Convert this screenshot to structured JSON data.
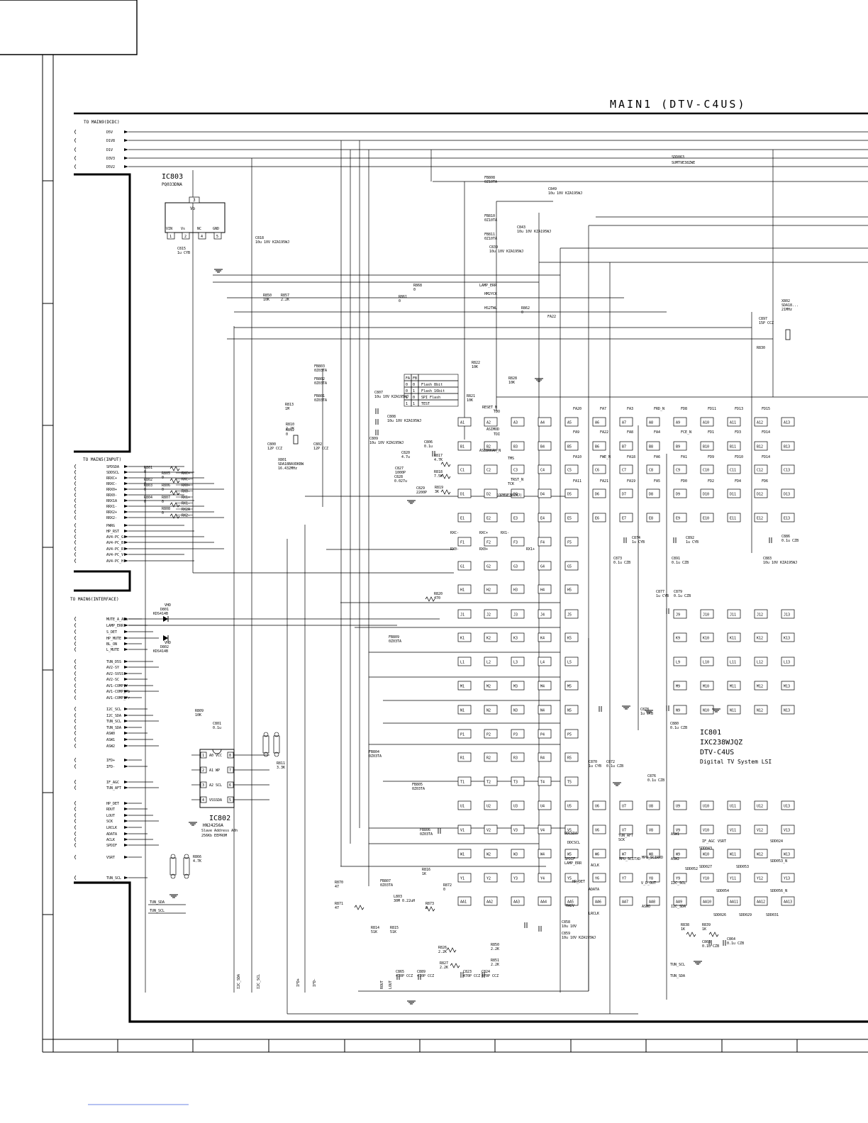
{
  "title": "MAIN1 (DTV-C4US)",
  "sections": {
    "top": "TO MAIN9(DCDC)",
    "input": "TO MAIN5(INPUT)",
    "interface": "TO MAIN6(INTERFACE)"
  },
  "rails": [
    "D5V",
    "D1V8",
    "D1V",
    "D3V3",
    "D5V2"
  ],
  "input_signals": [
    "SPDSDA",
    "SDDSCL",
    "RRXC+",
    "RRXC-",
    "RRX0+",
    "RRX0-",
    "RRX1A",
    "RRX1-",
    "RRX2+",
    "RRX2-",
    "PWRG",
    "HP_RST",
    "AV4-PC_G",
    "AV4-PC_B",
    "AV4-PC_R",
    "AV4-PC_V",
    "AV4-PC_H"
  ],
  "interface_signals": [
    "MUTE_A_ALL",
    "LAMP_ERR",
    "S_DET",
    "HP_MUTE",
    "BL_ON",
    "L_MUTE",
    "TUN_D5S",
    "AV2-SY",
    "AV2-SVSS",
    "AV2-SC",
    "AV1-COMP_Y",
    "AV1-COMP_Pb",
    "AV1-COMP_Pr",
    "I2C_SCL",
    "I2C_SDA",
    "TUN_SCL",
    "TUN_SDA",
    "ASW0",
    "ASW1",
    "ASW2",
    "IFD+",
    "IFD-",
    "IF_AGC",
    "TUN_AFT",
    "HP_DET",
    "RDUT",
    "LOUT",
    "SCK",
    "LRCLK",
    "ADATA",
    "ACLK",
    "SPDIF",
    "VSRT",
    "TUN_SCL"
  ],
  "bottom_buses": [
    "TUN_SDA",
    "TUN_SCL"
  ],
  "vertical_labels": [
    "I2C_SDA",
    "I2C_SCL",
    "IFD+",
    "IFD-",
    "ROUT",
    "LOUT"
  ],
  "ic803": {
    "ref": "IC803",
    "part": "PQ033DNA",
    "pins": [
      "VIN",
      "Vs",
      "NC",
      "GND"
    ],
    "pin_nums": [
      "1",
      "2",
      "4",
      "5"
    ],
    "top_pin": "3",
    "vo": "Vo"
  },
  "ic802": {
    "ref": "IC802",
    "part": "HN24256A",
    "line1": "Slave Address A0h",
    "line2": "256Kb EEPROM",
    "left_pins": [
      "A0",
      "A1",
      "A2",
      "VSS"
    ],
    "right_pins": [
      "VCC",
      "WP",
      "SCL",
      "SDA"
    ],
    "left_nums": [
      "1",
      "2",
      "3",
      "4"
    ],
    "right_nums": [
      "8",
      "7",
      "6",
      "5"
    ]
  },
  "ic801": {
    "ref": "IC801",
    "part": "IXC238WJQZ",
    "model": "DTV-C4US",
    "desc": "Digital TV System LSI"
  },
  "crystal_top": {
    "ref": "X802",
    "line1": "SDA18...",
    "line2": "21MHz"
  },
  "crystal_left": {
    "ref": "X801",
    "line1": "SDA18BAVDKBW",
    "line2": "16.432MHz"
  },
  "flash_table": [
    [
      "FA",
      "FB",
      ""
    ],
    [
      "0",
      "0",
      "Flash 8bit"
    ],
    [
      "0",
      "1",
      "Flash 16bit"
    ],
    [
      "1",
      "0",
      "SPI Flash"
    ],
    [
      "1",
      "1",
      "TEST"
    ]
  ],
  "diodes": [
    {
      "ref": "D801",
      "part": "KDS414B",
      "label": "VHD"
    },
    {
      "ref": "D802",
      "part": "KDS414B",
      "label": "VHD"
    }
  ],
  "components": [
    {
      "t": "C849",
      "v": "10u 10V KZA195WJ"
    },
    {
      "t": "FB808",
      "v": "0Z10TA"
    },
    {
      "t": "FB810",
      "v": "0Z10TA"
    },
    {
      "t": "FB811",
      "v": "0Z10TA"
    },
    {
      "t": "C843",
      "v": "10u 10V KZA195WJ"
    },
    {
      "t": "C839",
      "v": "10u 10V KZA195WJ"
    },
    {
      "t": "C818",
      "v": "10u 10V KZA195WJ"
    },
    {
      "t": "C815",
      "v": "1u CYB"
    },
    {
      "t": "R850",
      "v": "10K"
    },
    {
      "t": "R857",
      "v": "2.2K"
    },
    {
      "t": "R868",
      "v": "0"
    },
    {
      "t": "R861",
      "v": "0"
    },
    {
      "t": "R862",
      "v": "0"
    },
    {
      "t": "C897",
      "v": "15P CCZ"
    },
    {
      "t": "R830",
      "v": ""
    },
    {
      "t": "FB803",
      "v": "0Z03TA"
    },
    {
      "t": "FB802",
      "v": "0Z03TA"
    },
    {
      "t": "FB801",
      "v": "0Z03TA"
    },
    {
      "t": "R822",
      "v": "10K"
    },
    {
      "t": "R821",
      "v": "10K"
    },
    {
      "t": "R828",
      "v": "10K"
    },
    {
      "t": "C807",
      "v": "10u 10V KZA195WJ"
    },
    {
      "t": "C808",
      "v": "10u 10V KZA195WJ"
    },
    {
      "t": "C809",
      "v": "10u 10V KZA195WJ"
    },
    {
      "t": "R813",
      "v": "1M"
    },
    {
      "t": "R810",
      "v": "2.2K"
    },
    {
      "t": "R812",
      "v": "0"
    },
    {
      "t": "C800",
      "v": "12P CCZ"
    },
    {
      "t": "C802",
      "v": "12P CCZ"
    },
    {
      "t": "C806",
      "v": "0.1u"
    },
    {
      "t": "C820",
      "v": "4.7u"
    },
    {
      "t": "C827",
      "v": "1000P"
    },
    {
      "t": "C828",
      "v": "0.027u"
    },
    {
      "t": "C829",
      "v": "2200P"
    },
    {
      "t": "R817",
      "v": "4.7K"
    },
    {
      "t": "R818",
      "v": "7.5K"
    },
    {
      "t": "R819",
      "v": "3K"
    },
    {
      "t": "R801",
      "v": "0"
    },
    {
      "t": "R802",
      "v": "0"
    },
    {
      "t": "R803",
      "v": "0"
    },
    {
      "t": "R804",
      "v": "0"
    },
    {
      "t": "R805",
      "v": "0"
    },
    {
      "t": "R806",
      "v": "0"
    },
    {
      "t": "R807",
      "v": "0"
    },
    {
      "t": "R808",
      "v": "0"
    },
    {
      "t": "R809",
      "v": "10K"
    },
    {
      "t": "R811",
      "v": "3.3K"
    },
    {
      "t": "R866",
      "v": "4.7K"
    },
    {
      "t": "C801",
      "v": "0.1u"
    },
    {
      "t": "R820",
      "v": "470"
    },
    {
      "t": "FB809",
      "v": "0Z03TA"
    },
    {
      "t": "FB804",
      "v": "0Z03TA"
    },
    {
      "t": "FB805",
      "v": "0Z03TA"
    },
    {
      "t": "FB806",
      "v": "0Z03TA"
    },
    {
      "t": "FB807",
      "v": "0Z03TA"
    },
    {
      "t": "R870",
      "v": "47"
    },
    {
      "t": "R871",
      "v": "47"
    },
    {
      "t": "R872",
      "v": "0"
    },
    {
      "t": "R873",
      "v": "0"
    },
    {
      "t": "R814",
      "v": "51K"
    },
    {
      "t": "R815",
      "v": "51K"
    },
    {
      "t": "R816",
      "v": "1K"
    },
    {
      "t": "R826",
      "v": "2.2K"
    },
    {
      "t": "R827",
      "v": "2.2K"
    },
    {
      "t": "R850",
      "v": "2.2K"
    },
    {
      "t": "R851",
      "v": "2.2K"
    },
    {
      "t": "C865",
      "v": "470P CCZ"
    },
    {
      "t": "C889",
      "v": "470P CCZ"
    },
    {
      "t": "C823",
      "v": "470P CCZ"
    },
    {
      "t": "C824",
      "v": "470P CCZ"
    },
    {
      "t": "L803",
      "v": "30M 0.22uH"
    },
    {
      "t": "C858",
      "v": "10u 10V"
    },
    {
      "t": "C859",
      "v": "10u 10V KZA195WJ"
    },
    {
      "t": "R838",
      "v": "1K"
    },
    {
      "t": "R839",
      "v": "1K"
    },
    {
      "t": "C863",
      "v": "0.1u CZB"
    },
    {
      "t": "C864",
      "v": "0.1u CZB"
    },
    {
      "t": "C874",
      "v": "1u CYB"
    },
    {
      "t": "C873",
      "v": "0.1u CZB"
    },
    {
      "t": "C892",
      "v": "1u CYB"
    },
    {
      "t": "C891",
      "v": "0.1u CZB"
    },
    {
      "t": "C886",
      "v": "0.1u CZB"
    },
    {
      "t": "C883",
      "v": "10u 10V KZA195WJ"
    },
    {
      "t": "C877",
      "v": "1u CYB"
    },
    {
      "t": "C879",
      "v": "0.1u CZB"
    },
    {
      "t": "C878",
      "v": "1u CYB"
    },
    {
      "t": "C880",
      "v": "0.1u CZB"
    },
    {
      "t": "C870",
      "v": "1u CYB"
    },
    {
      "t": "C872",
      "v": "0.1u CZB"
    },
    {
      "t": "C876",
      "v": "0.1u CZB"
    }
  ],
  "side_nets": [
    "RXC+",
    "RXC-",
    "RX0+",
    "RX0-",
    "RX1+",
    "RX1-",
    "RX2A",
    "RX2-"
  ],
  "net_labels": [
    "LAMP_ERR",
    "HM2YCK",
    "HS2TWL",
    "FA22",
    "RESET_N",
    "TDO",
    "ASIMOD",
    "TDI",
    "ASEBRKAK_N",
    "TMS",
    "TRST_N",
    "TCK",
    "RXC-",
    "RXC+",
    "RX0-",
    "RX0+",
    "RX1-",
    "RX1+",
    "DDCSDA",
    "DDCSCL",
    "SPDIF",
    "LAMP_ERR",
    "ACLK",
    "HP_DET",
    "ADATA",
    "MADV",
    "LRCLK",
    "TUN_AFT",
    "SCK",
    "MPU_SCITXD",
    "MPU_SCIRXD",
    "V_D_OUT",
    "ASWO",
    "ASW1",
    "ASW2",
    "I2C_SCL",
    "I2C_SDA",
    "TUN_SCL",
    "TUN_SDA",
    "IF_AGC",
    "VSRT",
    "SDD024",
    "SDD027",
    "SDD052",
    "SDD053",
    "SDD053_N",
    "SDD054",
    "SDD056_N",
    "SDD026",
    "SDD029",
    "SDD031",
    "SDD043",
    "SDD063",
    "SUMT9E38ZWE",
    "(OPM9E38ZWJ)"
  ],
  "bga_labels": [
    [
      "FA20",
      "FA7",
      "FA3",
      "FRD_N",
      "FD8",
      "FD11",
      "FD13",
      "FD15"
    ],
    [
      "FA9",
      "FA22",
      "FA8",
      "FA4",
      "FCE_N",
      "FD1",
      "FD3",
      "FD14"
    ],
    [
      "FA10",
      "FWE_N",
      "FA18",
      "FA6",
      "FA1",
      "FD9",
      "FD10",
      "FD14"
    ],
    [
      "FA11",
      "FA21",
      "FA19",
      "FA5",
      "FD0",
      "FD2",
      "FD4",
      "FD6"
    ]
  ],
  "bga_rows": [
    {
      "row": "A",
      "cells": [
        "A1",
        "A2",
        "A3",
        "A4",
        "A5",
        "A6",
        "A7",
        "A8",
        "A9",
        "A10",
        "A11",
        "A12",
        "A13"
      ]
    },
    {
      "row": "B",
      "cells": [
        "B1",
        "B2",
        "B3",
        "B4",
        "B5",
        "B6",
        "B7",
        "B8",
        "B9",
        "B10",
        "B11",
        "B12",
        "B13"
      ]
    },
    {
      "row": "C",
      "cells": [
        "C1",
        "C2",
        "C3",
        "C4",
        "C5",
        "C6",
        "C7",
        "C8",
        "C9",
        "C10",
        "C11",
        "C12",
        "C13"
      ]
    },
    {
      "row": "D",
      "cells": [
        "D1",
        "D2",
        "D3",
        "D4",
        "D5",
        "D6",
        "D7",
        "D8",
        "D9",
        "D10",
        "D11",
        "D12",
        "D13"
      ]
    },
    {
      "row": "E",
      "cells": [
        "E1",
        "E2",
        "E3",
        "E4",
        "E5",
        "E6",
        "E7",
        "E8",
        "E9",
        "E10",
        "E11",
        "E12",
        "E13"
      ]
    },
    {
      "row": "F",
      "cells": [
        "F1",
        "F2",
        "F3",
        "F4",
        "F5"
      ]
    },
    {
      "row": "G",
      "cells": [
        "G1",
        "G2",
        "G3",
        "G4",
        "G5"
      ]
    },
    {
      "row": "H",
      "cells": [
        "H1",
        "H2",
        "H3",
        "H4",
        "H5"
      ]
    },
    {
      "row": "J",
      "cells": [
        "J1",
        "J2",
        "J3",
        "J4",
        "J5",
        "J9",
        "J10",
        "J11",
        "J12",
        "J13"
      ]
    },
    {
      "row": "K",
      "cells": [
        "K1",
        "K2",
        "K3",
        "K4",
        "K5",
        "K9",
        "K10",
        "K11",
        "K12",
        "K13"
      ]
    },
    {
      "row": "L",
      "cells": [
        "L1",
        "L2",
        "L3",
        "L4",
        "L5",
        "L9",
        "L10",
        "L11",
        "L12",
        "L13"
      ]
    },
    {
      "row": "M",
      "cells": [
        "M1",
        "M2",
        "M3",
        "M4",
        "M5",
        "M9",
        "M10",
        "M11",
        "M12",
        "M13"
      ]
    },
    {
      "row": "N",
      "cells": [
        "N1",
        "N2",
        "N3",
        "N4",
        "N5",
        "N9",
        "N10",
        "N11",
        "N12",
        "N13"
      ]
    },
    {
      "row": "P",
      "cells": [
        "P1",
        "P2",
        "P3",
        "P4",
        "P5"
      ]
    },
    {
      "row": "R",
      "cells": [
        "R1",
        "R2",
        "R3",
        "R4",
        "R5"
      ]
    },
    {
      "row": "T",
      "cells": [
        "T1",
        "T2",
        "T3",
        "T4",
        "T5"
      ]
    },
    {
      "row": "U",
      "cells": [
        "U1",
        "U2",
        "U3",
        "U4",
        "U5",
        "U6",
        "U7",
        "U8",
        "U9",
        "U10",
        "U11",
        "U12",
        "U13"
      ]
    },
    {
      "row": "V",
      "cells": [
        "V1",
        "V2",
        "V3",
        "V4",
        "V5",
        "V6",
        "V7",
        "V8",
        "V9",
        "V10",
        "V11",
        "V12",
        "V13"
      ]
    },
    {
      "row": "W",
      "cells": [
        "W1",
        "W2",
        "W3",
        "W4",
        "W5",
        "W6",
        "W7",
        "W8",
        "W9",
        "W10",
        "W11",
        "W12",
        "W13"
      ]
    },
    {
      "row": "Y",
      "cells": [
        "Y1",
        "Y2",
        "Y3",
        "Y4",
        "Y5",
        "Y6",
        "Y7",
        "Y8",
        "Y9",
        "Y10",
        "Y11",
        "Y12",
        "Y13"
      ]
    },
    {
      "row": "AA",
      "cells": [
        "AA1",
        "AA2",
        "AA3",
        "AA4",
        "AA5",
        "AA6",
        "AA7",
        "AA8",
        "AA9",
        "AA10",
        "AA11",
        "AA12",
        "AA13"
      ]
    }
  ]
}
